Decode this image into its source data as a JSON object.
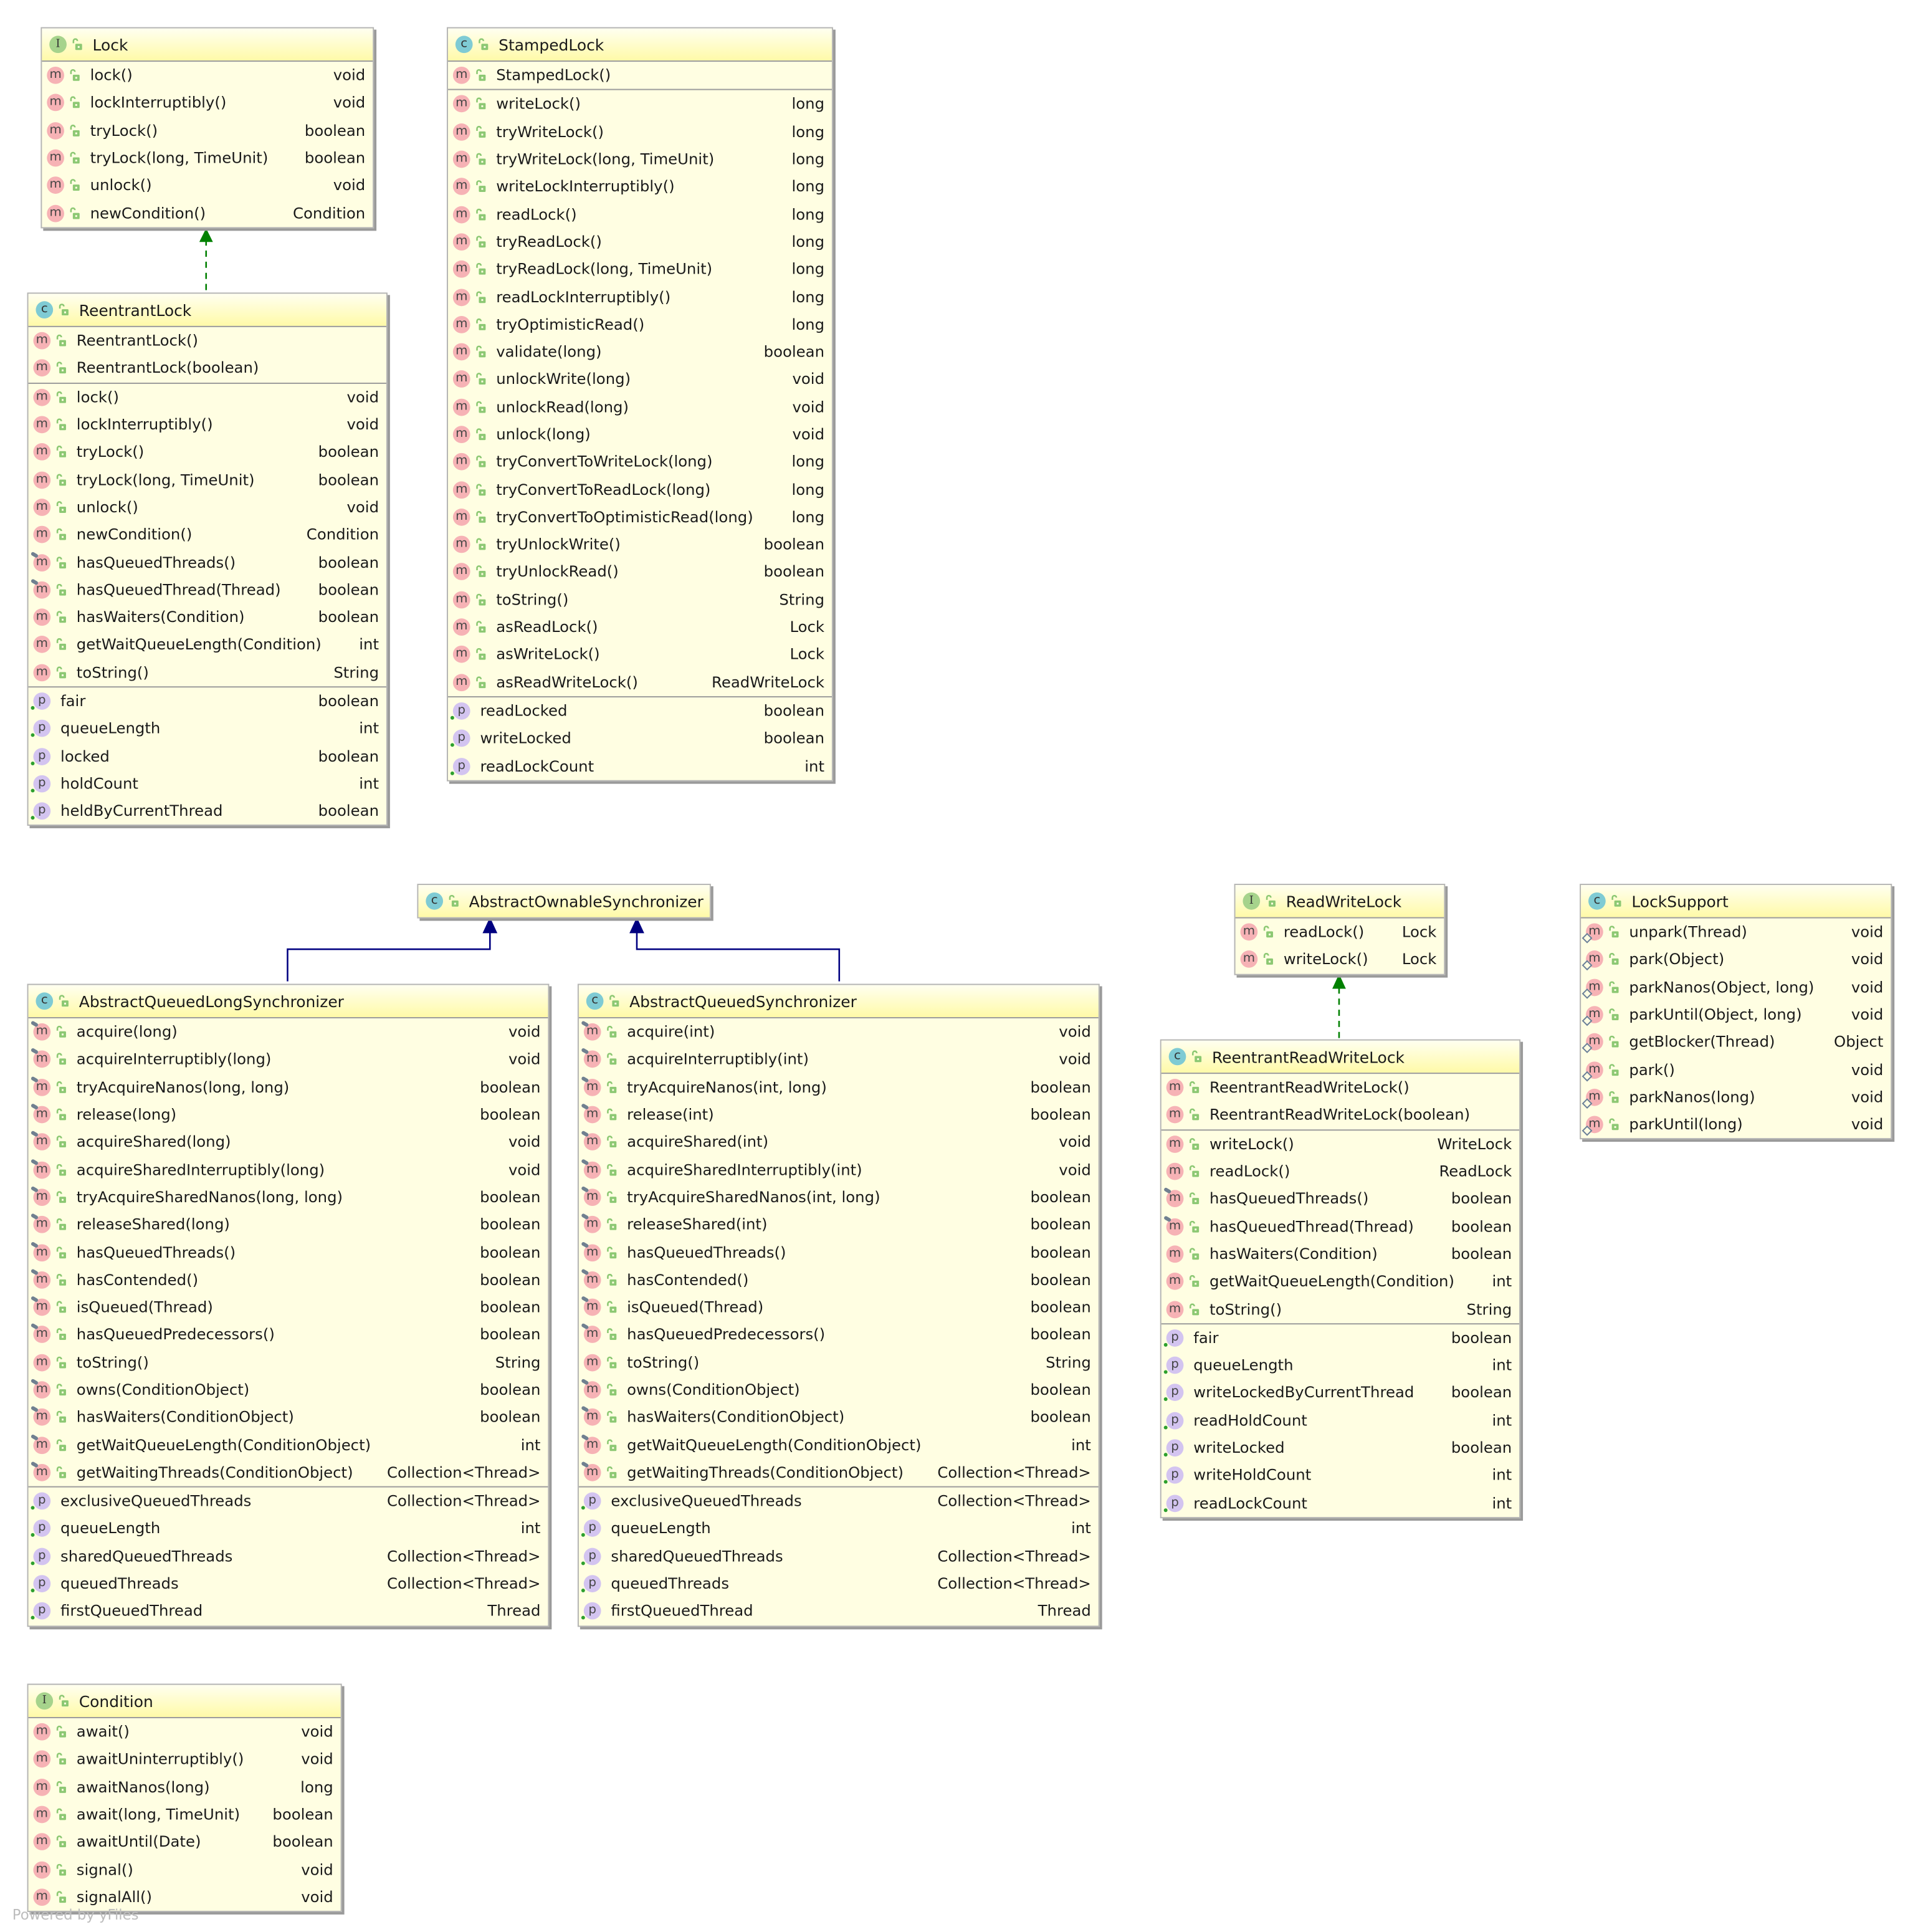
{
  "footer": "Powered by yFiles",
  "colors": {
    "interface_icon": "#a6d38c",
    "class_icon": "#7fcbd4",
    "method_icon": "#f6b2b5",
    "property_icon": "#d3c4f0",
    "realization_edge": "#008000",
    "inheritance_edge": "#000080",
    "body": "#fffee2",
    "header": "#fffaa8"
  },
  "classes": [
    {
      "id": "lock",
      "kind": "I",
      "name": "Lock",
      "sections": [
        [
          {
            "k": "m",
            "n": "lock()",
            "t": "void"
          },
          {
            "k": "m",
            "n": "lockInterruptibly()",
            "t": "void"
          },
          {
            "k": "m",
            "n": "tryLock()",
            "t": "boolean"
          },
          {
            "k": "m",
            "n": "tryLock(long, TimeUnit)",
            "t": "boolean"
          },
          {
            "k": "m",
            "n": "unlock()",
            "t": "void"
          },
          {
            "k": "m",
            "n": "newCondition()",
            "t": "Condition"
          }
        ]
      ]
    },
    {
      "id": "stampedlock",
      "kind": "C",
      "name": "StampedLock",
      "sections": [
        [
          {
            "k": "m",
            "n": "StampedLock()",
            "t": ""
          }
        ],
        [
          {
            "k": "m",
            "n": "writeLock()",
            "t": "long"
          },
          {
            "k": "m",
            "n": "tryWriteLock()",
            "t": "long"
          },
          {
            "k": "m",
            "n": "tryWriteLock(long, TimeUnit)",
            "t": "long"
          },
          {
            "k": "m",
            "n": "writeLockInterruptibly()",
            "t": "long"
          },
          {
            "k": "m",
            "n": "readLock()",
            "t": "long"
          },
          {
            "k": "m",
            "n": "tryReadLock()",
            "t": "long"
          },
          {
            "k": "m",
            "n": "tryReadLock(long, TimeUnit)",
            "t": "long"
          },
          {
            "k": "m",
            "n": "readLockInterruptibly()",
            "t": "long"
          },
          {
            "k": "m",
            "n": "tryOptimisticRead()",
            "t": "long"
          },
          {
            "k": "m",
            "n": "validate(long)",
            "t": "boolean"
          },
          {
            "k": "m",
            "n": "unlockWrite(long)",
            "t": "void"
          },
          {
            "k": "m",
            "n": "unlockRead(long)",
            "t": "void"
          },
          {
            "k": "m",
            "n": "unlock(long)",
            "t": "void"
          },
          {
            "k": "m",
            "n": "tryConvertToWriteLock(long)",
            "t": "long"
          },
          {
            "k": "m",
            "n": "tryConvertToReadLock(long)",
            "t": "long"
          },
          {
            "k": "m",
            "n": "tryConvertToOptimisticRead(long)",
            "t": "long"
          },
          {
            "k": "m",
            "n": "tryUnlockWrite()",
            "t": "boolean"
          },
          {
            "k": "m",
            "n": "tryUnlockRead()",
            "t": "boolean"
          },
          {
            "k": "m",
            "n": "toString()",
            "t": "String"
          },
          {
            "k": "m",
            "n": "asReadLock()",
            "t": "Lock"
          },
          {
            "k": "m",
            "n": "asWriteLock()",
            "t": "Lock"
          },
          {
            "k": "m",
            "n": "asReadWriteLock()",
            "t": "ReadWriteLock"
          }
        ],
        [
          {
            "k": "p",
            "n": "readLocked",
            "t": "boolean"
          },
          {
            "k": "p",
            "n": "writeLocked",
            "t": "boolean"
          },
          {
            "k": "p",
            "n": "readLockCount",
            "t": "int"
          }
        ]
      ]
    },
    {
      "id": "reentrantlock",
      "kind": "C",
      "name": "ReentrantLock",
      "sections": [
        [
          {
            "k": "m",
            "n": "ReentrantLock()",
            "t": ""
          },
          {
            "k": "m",
            "n": "ReentrantLock(boolean)",
            "t": ""
          }
        ],
        [
          {
            "k": "m",
            "n": "lock()",
            "t": "void"
          },
          {
            "k": "m",
            "n": "lockInterruptibly()",
            "t": "void"
          },
          {
            "k": "m",
            "n": "tryLock()",
            "t": "boolean"
          },
          {
            "k": "m",
            "n": "tryLock(long, TimeUnit)",
            "t": "boolean"
          },
          {
            "k": "m",
            "n": "unlock()",
            "t": "void"
          },
          {
            "k": "m",
            "n": "newCondition()",
            "t": "Condition"
          },
          {
            "k": "m",
            "f": "final",
            "n": "hasQueuedThreads()",
            "t": "boolean"
          },
          {
            "k": "m",
            "f": "final",
            "n": "hasQueuedThread(Thread)",
            "t": "boolean"
          },
          {
            "k": "m",
            "n": "hasWaiters(Condition)",
            "t": "boolean"
          },
          {
            "k": "m",
            "n": "getWaitQueueLength(Condition)",
            "t": "int"
          },
          {
            "k": "m",
            "n": "toString()",
            "t": "String"
          }
        ],
        [
          {
            "k": "p",
            "n": "fair",
            "t": "boolean"
          },
          {
            "k": "p",
            "n": "queueLength",
            "t": "int"
          },
          {
            "k": "p",
            "n": "locked",
            "t": "boolean"
          },
          {
            "k": "p",
            "n": "holdCount",
            "t": "int"
          },
          {
            "k": "p",
            "n": "heldByCurrentThread",
            "t": "boolean"
          }
        ]
      ]
    },
    {
      "id": "aos",
      "kind": "C",
      "name": "AbstractOwnableSynchronizer",
      "sections": []
    },
    {
      "id": "aqls",
      "kind": "C",
      "name": "AbstractQueuedLongSynchronizer",
      "sections": [
        [
          {
            "k": "m",
            "f": "final",
            "n": "acquire(long)",
            "t": "void"
          },
          {
            "k": "m",
            "f": "final",
            "n": "acquireInterruptibly(long)",
            "t": "void"
          },
          {
            "k": "m",
            "f": "final",
            "n": "tryAcquireNanos(long, long)",
            "t": "boolean"
          },
          {
            "k": "m",
            "f": "final",
            "n": "release(long)",
            "t": "boolean"
          },
          {
            "k": "m",
            "f": "final",
            "n": "acquireShared(long)",
            "t": "void"
          },
          {
            "k": "m",
            "f": "final",
            "n": "acquireSharedInterruptibly(long)",
            "t": "void"
          },
          {
            "k": "m",
            "f": "final",
            "n": "tryAcquireSharedNanos(long, long)",
            "t": "boolean"
          },
          {
            "k": "m",
            "f": "final",
            "n": "releaseShared(long)",
            "t": "boolean"
          },
          {
            "k": "m",
            "f": "final",
            "n": "hasQueuedThreads()",
            "t": "boolean"
          },
          {
            "k": "m",
            "f": "final",
            "n": "hasContended()",
            "t": "boolean"
          },
          {
            "k": "m",
            "f": "final",
            "n": "isQueued(Thread)",
            "t": "boolean"
          },
          {
            "k": "m",
            "f": "final",
            "n": "hasQueuedPredecessors()",
            "t": "boolean"
          },
          {
            "k": "m",
            "n": "toString()",
            "t": "String"
          },
          {
            "k": "m",
            "f": "final",
            "n": "owns(ConditionObject)",
            "t": "boolean"
          },
          {
            "k": "m",
            "f": "final",
            "n": "hasWaiters(ConditionObject)",
            "t": "boolean"
          },
          {
            "k": "m",
            "f": "final",
            "n": "getWaitQueueLength(ConditionObject)",
            "t": "int"
          },
          {
            "k": "m",
            "f": "final",
            "n": "getWaitingThreads(ConditionObject)",
            "t": "Collection<Thread>"
          }
        ],
        [
          {
            "k": "p",
            "n": "exclusiveQueuedThreads",
            "t": "Collection<Thread>"
          },
          {
            "k": "p",
            "n": "queueLength",
            "t": "int"
          },
          {
            "k": "p",
            "n": "sharedQueuedThreads",
            "t": "Collection<Thread>"
          },
          {
            "k": "p",
            "n": "queuedThreads",
            "t": "Collection<Thread>"
          },
          {
            "k": "p",
            "n": "firstQueuedThread",
            "t": "Thread"
          }
        ]
      ]
    },
    {
      "id": "aqs",
      "kind": "C",
      "name": "AbstractQueuedSynchronizer",
      "sections": [
        [
          {
            "k": "m",
            "f": "final",
            "n": "acquire(int)",
            "t": "void"
          },
          {
            "k": "m",
            "f": "final",
            "n": "acquireInterruptibly(int)",
            "t": "void"
          },
          {
            "k": "m",
            "f": "final",
            "n": "tryAcquireNanos(int, long)",
            "t": "boolean"
          },
          {
            "k": "m",
            "f": "final",
            "n": "release(int)",
            "t": "boolean"
          },
          {
            "k": "m",
            "f": "final",
            "n": "acquireShared(int)",
            "t": "void"
          },
          {
            "k": "m",
            "f": "final",
            "n": "acquireSharedInterruptibly(int)",
            "t": "void"
          },
          {
            "k": "m",
            "f": "final",
            "n": "tryAcquireSharedNanos(int, long)",
            "t": "boolean"
          },
          {
            "k": "m",
            "f": "final",
            "n": "releaseShared(int)",
            "t": "boolean"
          },
          {
            "k": "m",
            "f": "final",
            "n": "hasQueuedThreads()",
            "t": "boolean"
          },
          {
            "k": "m",
            "f": "final",
            "n": "hasContended()",
            "t": "boolean"
          },
          {
            "k": "m",
            "f": "final",
            "n": "isQueued(Thread)",
            "t": "boolean"
          },
          {
            "k": "m",
            "f": "final",
            "n": "hasQueuedPredecessors()",
            "t": "boolean"
          },
          {
            "k": "m",
            "n": "toString()",
            "t": "String"
          },
          {
            "k": "m",
            "f": "final",
            "n": "owns(ConditionObject)",
            "t": "boolean"
          },
          {
            "k": "m",
            "f": "final",
            "n": "hasWaiters(ConditionObject)",
            "t": "boolean"
          },
          {
            "k": "m",
            "f": "final",
            "n": "getWaitQueueLength(ConditionObject)",
            "t": "int"
          },
          {
            "k": "m",
            "f": "final",
            "n": "getWaitingThreads(ConditionObject)",
            "t": "Collection<Thread>"
          }
        ],
        [
          {
            "k": "p",
            "n": "exclusiveQueuedThreads",
            "t": "Collection<Thread>"
          },
          {
            "k": "p",
            "n": "queueLength",
            "t": "int"
          },
          {
            "k": "p",
            "n": "sharedQueuedThreads",
            "t": "Collection<Thread>"
          },
          {
            "k": "p",
            "n": "queuedThreads",
            "t": "Collection<Thread>"
          },
          {
            "k": "p",
            "n": "firstQueuedThread",
            "t": "Thread"
          }
        ]
      ]
    },
    {
      "id": "readwritelock",
      "kind": "I",
      "name": "ReadWriteLock",
      "sections": [
        [
          {
            "k": "m",
            "n": "readLock()",
            "t": "Lock"
          },
          {
            "k": "m",
            "n": "writeLock()",
            "t": "Lock"
          }
        ]
      ]
    },
    {
      "id": "rrwl",
      "kind": "C",
      "name": "ReentrantReadWriteLock",
      "sections": [
        [
          {
            "k": "m",
            "n": "ReentrantReadWriteLock()",
            "t": ""
          },
          {
            "k": "m",
            "n": "ReentrantReadWriteLock(boolean)",
            "t": ""
          }
        ],
        [
          {
            "k": "m",
            "n": "writeLock()",
            "t": "WriteLock"
          },
          {
            "k": "m",
            "n": "readLock()",
            "t": "ReadLock"
          },
          {
            "k": "m",
            "f": "final",
            "n": "hasQueuedThreads()",
            "t": "boolean"
          },
          {
            "k": "m",
            "f": "final",
            "n": "hasQueuedThread(Thread)",
            "t": "boolean"
          },
          {
            "k": "m",
            "n": "hasWaiters(Condition)",
            "t": "boolean"
          },
          {
            "k": "m",
            "n": "getWaitQueueLength(Condition)",
            "t": "int"
          },
          {
            "k": "m",
            "n": "toString()",
            "t": "String"
          }
        ],
        [
          {
            "k": "p",
            "n": "fair",
            "t": "boolean"
          },
          {
            "k": "p",
            "n": "queueLength",
            "t": "int"
          },
          {
            "k": "p",
            "n": "writeLockedByCurrentThread",
            "t": "boolean"
          },
          {
            "k": "p",
            "n": "readHoldCount",
            "t": "int"
          },
          {
            "k": "p",
            "n": "writeLocked",
            "t": "boolean"
          },
          {
            "k": "p",
            "n": "writeHoldCount",
            "t": "int"
          },
          {
            "k": "p",
            "n": "readLockCount",
            "t": "int"
          }
        ]
      ]
    },
    {
      "id": "locksupport",
      "kind": "C",
      "name": "LockSupport",
      "sections": [
        [
          {
            "k": "m",
            "f": "static",
            "n": "unpark(Thread)",
            "t": "void"
          },
          {
            "k": "m",
            "f": "static",
            "n": "park(Object)",
            "t": "void"
          },
          {
            "k": "m",
            "f": "static",
            "n": "parkNanos(Object, long)",
            "t": "void"
          },
          {
            "k": "m",
            "f": "static",
            "n": "parkUntil(Object, long)",
            "t": "void"
          },
          {
            "k": "m",
            "f": "static",
            "n": "getBlocker(Thread)",
            "t": "Object"
          },
          {
            "k": "m",
            "f": "static",
            "n": "park()",
            "t": "void"
          },
          {
            "k": "m",
            "f": "static",
            "n": "parkNanos(long)",
            "t": "void"
          },
          {
            "k": "m",
            "f": "static",
            "n": "parkUntil(long)",
            "t": "void"
          }
        ]
      ]
    },
    {
      "id": "condition",
      "kind": "I",
      "name": "Condition",
      "sections": [
        [
          {
            "k": "m",
            "n": "await()",
            "t": "void"
          },
          {
            "k": "m",
            "n": "awaitUninterruptibly()",
            "t": "void"
          },
          {
            "k": "m",
            "n": "awaitNanos(long)",
            "t": "long"
          },
          {
            "k": "m",
            "n": "await(long, TimeUnit)",
            "t": "boolean"
          },
          {
            "k": "m",
            "n": "awaitUntil(Date)",
            "t": "boolean"
          },
          {
            "k": "m",
            "n": "signal()",
            "t": "void"
          },
          {
            "k": "m",
            "n": "signalAll()",
            "t": "void"
          }
        ]
      ]
    }
  ],
  "edges": [
    {
      "from": "reentrantlock",
      "to": "lock",
      "type": "realization"
    },
    {
      "from": "aqls",
      "to": "aos",
      "type": "inheritance"
    },
    {
      "from": "aqs",
      "to": "aos",
      "type": "inheritance"
    },
    {
      "from": "rrwl",
      "to": "readwritelock",
      "type": "realization"
    }
  ]
}
